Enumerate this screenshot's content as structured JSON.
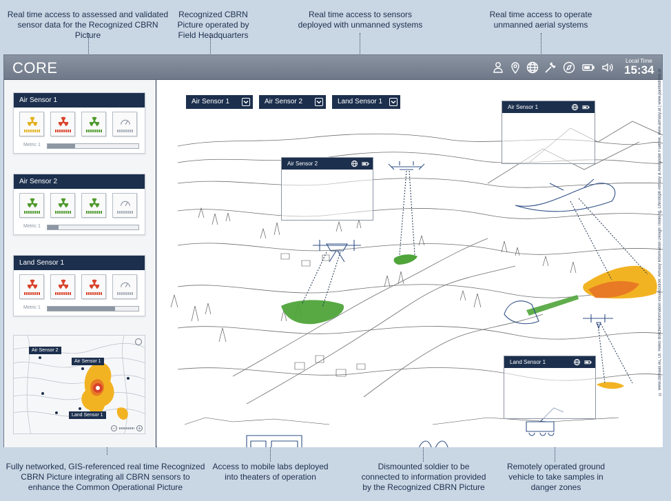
{
  "captions": {
    "top": [
      "Real time access to assessed and validated sensor data for the Recognized CBRN Picture",
      "Recognized CBRN Picture operated by Field Headquarters",
      "Real time access to sensors deployed with unmanned systems",
      "Real time access to operate unmanned aerial systems"
    ],
    "bottom": [
      "Fully networked, GIS-referenced real time Recognized CBRN Picture integrating all CBRN sensors to enhance the Common Operational Picture",
      "Access to mobile labs deployed into theaters of operation",
      "Dismounted soldier to be connected to information provided by the Recognized CBRN Picture",
      "Remotely operated ground vehicle to take samples in danger zones"
    ]
  },
  "topbar": {
    "logo": "CORE",
    "icons": [
      "person-icon",
      "location-pin-icon",
      "globe-icon",
      "wrench-icon",
      "compass-icon",
      "battery-icon",
      "speaker-icon"
    ],
    "local_time_label": "Local Time",
    "local_time": "15:34"
  },
  "sensor_cards": [
    {
      "title": "Air Sensor 1",
      "tiles": [
        {
          "icon": "radiation-icon",
          "color": "#e2b11c"
        },
        {
          "icon": "radiation-icon",
          "color": "#d9432b"
        },
        {
          "icon": "radiation-icon",
          "color": "#4f9a2f"
        },
        {
          "icon": "gauge-icon",
          "color": "#8a93a1"
        }
      ],
      "metric_label": "Metric 1",
      "metric_value": 0.3
    },
    {
      "title": "Air Sensor 2",
      "tiles": [
        {
          "icon": "radiation-icon",
          "color": "#4f9a2f"
        },
        {
          "icon": "radiation-icon",
          "color": "#4f9a2f"
        },
        {
          "icon": "radiation-icon",
          "color": "#4f9a2f"
        },
        {
          "icon": "gauge-icon",
          "color": "#8a93a1"
        }
      ],
      "metric_label": "Metric 1",
      "metric_value": 0.12
    },
    {
      "title": "Land Sensor 1",
      "tiles": [
        {
          "icon": "radiation-icon",
          "color": "#d9432b"
        },
        {
          "icon": "radiation-icon",
          "color": "#d9432b"
        },
        {
          "icon": "radiation-icon",
          "color": "#d9432b"
        },
        {
          "icon": "gauge-icon",
          "color": "#8a93a1"
        }
      ],
      "metric_label": "Metric 1",
      "metric_value": 0.74
    }
  ],
  "minimap": {
    "labels": [
      "Air Sensor 2",
      "Air Sensor 1",
      "Land Sensor 1"
    ]
  },
  "selectors": [
    "Air Sensor 1",
    "Air Sensor 2",
    "Land Sensor 1"
  ],
  "scene_frames": [
    "Air Sensor 2",
    "Air Sensor 1",
    "Land Sensor 1"
  ],
  "credits": {
    "primary": "Information visualization: Almasy Information Design Thinking, Christoph Almasy & Alexander Fuehrer, www.almasy.at | www.paintedlove.at",
    "secondary": "© www.cbrnaas.eu, Dr. Heiko Borchert"
  },
  "colors": {
    "navy": "#1c2f4d",
    "green": "#4f9a2f",
    "orange": "#e97a25",
    "yellow": "#f2b323",
    "red": "#d9432b"
  }
}
